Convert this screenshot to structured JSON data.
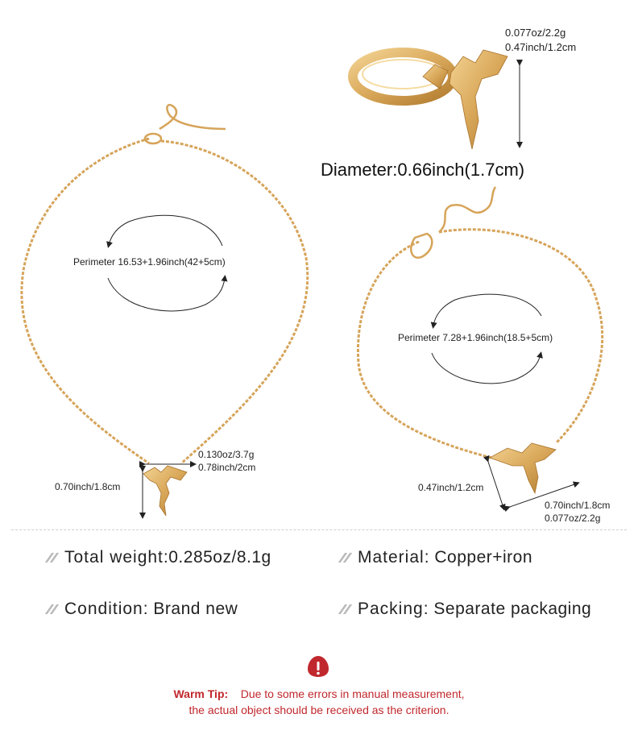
{
  "ring": {
    "weight": "0.077oz/2.2g",
    "height": "0.47inch/1.2cm",
    "diameter": "Diameter:0.66inch(1.7cm)"
  },
  "necklace": {
    "perimeter": "Perimeter 16.53+1.96inch(42+5cm)",
    "pendant_weight": "0.130oz/3.7g",
    "pendant_width": "0.78inch/2cm",
    "pendant_height": "0.70inch/1.8cm"
  },
  "bracelet": {
    "perimeter": "Perimeter 7.28+1.96inch(18.5+5cm)",
    "charm_height": "0.47inch/1.2cm",
    "charm_width": "0.70inch/1.8cm",
    "charm_weight": "0.077oz/2.2g"
  },
  "specs": {
    "total_weight_label": "Total weight",
    "total_weight_sep": ":",
    "total_weight_value": "0.285oz/8.1g",
    "material_label": "Material",
    "material_sep": ": ",
    "material_value": "Copper+iron",
    "condition_label": "Condition",
    "condition_sep": ":  ",
    "condition_value": "Brand new",
    "packing_label": "Packing",
    "packing_sep": ":  ",
    "packing_value": "Separate packaging"
  },
  "warm_tip": {
    "title": "Warm Tip:",
    "line1": "Due to some errors in manual measurement,",
    "line2": "the actual object should be received as the criterion."
  },
  "colors": {
    "gold": "#d9a85a",
    "gold_dark": "#b07a2e",
    "warning_red": "#c0282d"
  }
}
